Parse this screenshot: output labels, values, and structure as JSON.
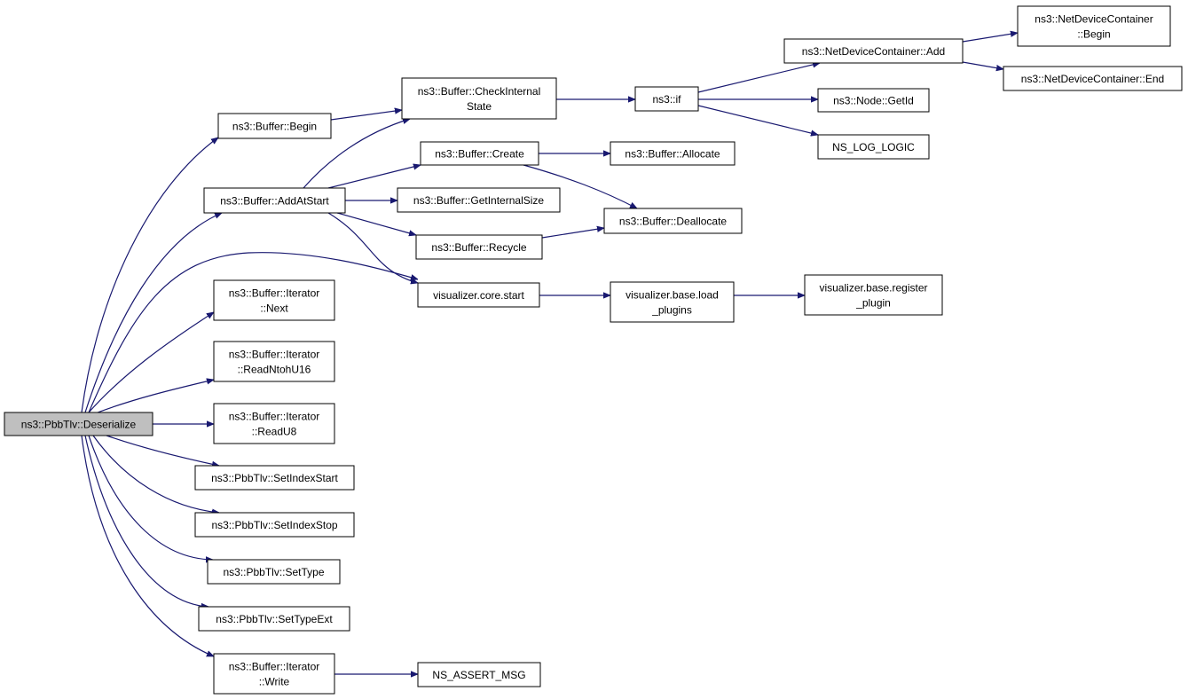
{
  "graph": {
    "nodes": [
      {
        "id": "root",
        "lines": [
          "ns3::PbbTlv::Deserialize"
        ],
        "root": true
      },
      {
        "id": "buffer-begin",
        "lines": [
          "ns3::Buffer::Begin"
        ]
      },
      {
        "id": "buffer-addatstart",
        "lines": [
          "ns3::Buffer::AddAtStart"
        ]
      },
      {
        "id": "iterator-next",
        "lines": [
          "ns3::Buffer::Iterator",
          "::Next"
        ]
      },
      {
        "id": "iterator-readntohu16",
        "lines": [
          "ns3::Buffer::Iterator",
          "::ReadNtohU16"
        ]
      },
      {
        "id": "iterator-readu8",
        "lines": [
          "ns3::Buffer::Iterator",
          "::ReadU8"
        ]
      },
      {
        "id": "pbbtlv-setindexstart",
        "lines": [
          "ns3::PbbTlv::SetIndexStart"
        ]
      },
      {
        "id": "pbbtlv-setindexstop",
        "lines": [
          "ns3::PbbTlv::SetIndexStop"
        ]
      },
      {
        "id": "pbbtlv-settype",
        "lines": [
          "ns3::PbbTlv::SetType"
        ]
      },
      {
        "id": "pbbtlv-settypeext",
        "lines": [
          "ns3::PbbTlv::SetTypeExt"
        ]
      },
      {
        "id": "iterator-write",
        "lines": [
          "ns3::Buffer::Iterator",
          "::Write"
        ]
      },
      {
        "id": "buffer-checkinternalstate",
        "lines": [
          "ns3::Buffer::CheckInternal",
          "State"
        ]
      },
      {
        "id": "buffer-create",
        "lines": [
          "ns3::Buffer::Create"
        ]
      },
      {
        "id": "buffer-getinternalsize",
        "lines": [
          "ns3::Buffer::GetInternalSize"
        ]
      },
      {
        "id": "buffer-recycle",
        "lines": [
          "ns3::Buffer::Recycle"
        ]
      },
      {
        "id": "visualizer-core-start",
        "lines": [
          "visualizer.core.start"
        ]
      },
      {
        "id": "ns-assert-msg",
        "lines": [
          "NS_ASSERT_MSG"
        ]
      },
      {
        "id": "ns3-if",
        "lines": [
          "ns3::if"
        ]
      },
      {
        "id": "buffer-allocate",
        "lines": [
          "ns3::Buffer::Allocate"
        ]
      },
      {
        "id": "buffer-deallocate",
        "lines": [
          "ns3::Buffer::Deallocate"
        ]
      },
      {
        "id": "visualizer-base-load-plugins",
        "lines": [
          "visualizer.base.load",
          "_plugins"
        ]
      },
      {
        "id": "visualizer-base-register-plugin",
        "lines": [
          "visualizer.base.register",
          "_plugin"
        ]
      },
      {
        "id": "netdevicecontainer-add",
        "lines": [
          "ns3::NetDeviceContainer::Add"
        ]
      },
      {
        "id": "node-getid",
        "lines": [
          "ns3::Node::GetId"
        ]
      },
      {
        "id": "ns-log-logic",
        "lines": [
          "NS_LOG_LOGIC"
        ]
      },
      {
        "id": "netdevicecontainer-begin",
        "lines": [
          "ns3::NetDeviceContainer",
          "::Begin"
        ]
      },
      {
        "id": "netdevicecontainer-end",
        "lines": [
          "ns3::NetDeviceContainer::End"
        ]
      }
    ],
    "edges": [
      {
        "from": "root",
        "to": "buffer-begin"
      },
      {
        "from": "root",
        "to": "buffer-addatstart"
      },
      {
        "from": "root",
        "to": "visualizer-core-start"
      },
      {
        "from": "root",
        "to": "iterator-next"
      },
      {
        "from": "root",
        "to": "iterator-readntohu16"
      },
      {
        "from": "root",
        "to": "iterator-readu8"
      },
      {
        "from": "root",
        "to": "pbbtlv-setindexstart"
      },
      {
        "from": "root",
        "to": "pbbtlv-setindexstop"
      },
      {
        "from": "root",
        "to": "pbbtlv-settype"
      },
      {
        "from": "root",
        "to": "pbbtlv-settypeext"
      },
      {
        "from": "root",
        "to": "iterator-write"
      },
      {
        "from": "buffer-begin",
        "to": "buffer-checkinternalstate"
      },
      {
        "from": "buffer-addatstart",
        "to": "buffer-checkinternalstate"
      },
      {
        "from": "buffer-addatstart",
        "to": "buffer-create"
      },
      {
        "from": "buffer-addatstart",
        "to": "buffer-getinternalsize"
      },
      {
        "from": "buffer-addatstart",
        "to": "buffer-recycle"
      },
      {
        "from": "buffer-addatstart",
        "to": "visualizer-core-start"
      },
      {
        "from": "iterator-write",
        "to": "ns-assert-msg"
      },
      {
        "from": "buffer-checkinternalstate",
        "to": "ns3-if"
      },
      {
        "from": "buffer-create",
        "to": "buffer-allocate"
      },
      {
        "from": "buffer-create",
        "to": "buffer-deallocate"
      },
      {
        "from": "buffer-recycle",
        "to": "buffer-deallocate"
      },
      {
        "from": "visualizer-core-start",
        "to": "visualizer-base-load-plugins"
      },
      {
        "from": "visualizer-base-load-plugins",
        "to": "visualizer-base-register-plugin"
      },
      {
        "from": "ns3-if",
        "to": "netdevicecontainer-add"
      },
      {
        "from": "ns3-if",
        "to": "node-getid"
      },
      {
        "from": "ns3-if",
        "to": "ns-log-logic"
      },
      {
        "from": "netdevicecontainer-add",
        "to": "netdevicecontainer-begin"
      },
      {
        "from": "netdevicecontainer-add",
        "to": "netdevicecontainer-end"
      }
    ]
  }
}
